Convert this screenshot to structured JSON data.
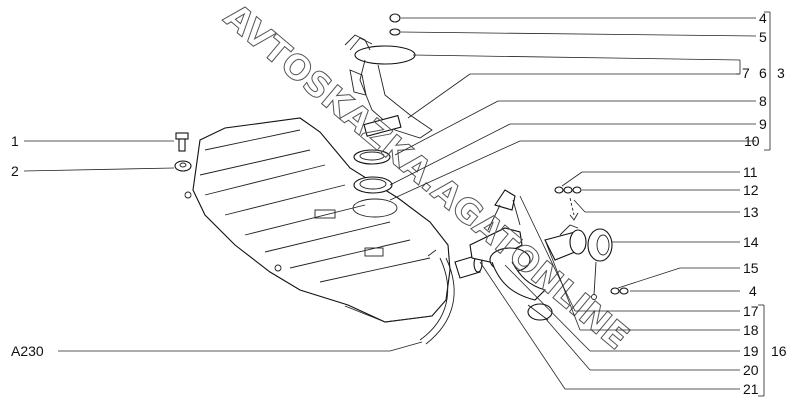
{
  "watermark": "AVTOSKAZKA.AGATONLINE",
  "labels": {
    "l1": "1",
    "l2": "2",
    "l3": "3",
    "l4a": "4",
    "l4b": "4",
    "l5": "5",
    "l6": "6",
    "l7": "7",
    "l8": "8",
    "l9": "9",
    "l10": "10",
    "l11": "11",
    "l12": "12",
    "l13": "13",
    "l14": "14",
    "l15": "15",
    "l16": "16",
    "l17": "17",
    "l18": "18",
    "l19": "19",
    "l20": "20",
    "l21": "21",
    "a230": "A230"
  }
}
